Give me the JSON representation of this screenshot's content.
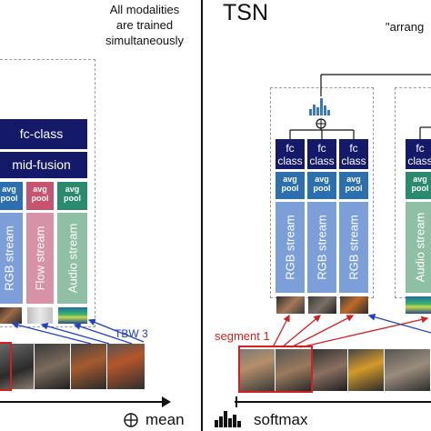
{
  "left_panel": {
    "note_lines": [
      "All modalities",
      "are trained",
      "simultaneously"
    ],
    "fc_class": "fc-class",
    "mid_fusion": "mid-fusion",
    "pools": [
      {
        "line1": "avg",
        "line2": "pool",
        "color": "#2c6fb0"
      },
      {
        "line1": "avg",
        "line2": "pool",
        "color": "#c9526e"
      },
      {
        "line1": "avg",
        "line2": "pool",
        "color": "#2a8a6e"
      }
    ],
    "streams": [
      {
        "label": "RGB stream",
        "color": "#7d9fd9"
      },
      {
        "label": "Flow stream",
        "color": "#d792a7"
      },
      {
        "label": "Audio stream",
        "color": "#8fbfa5"
      }
    ],
    "tbw_label": "TBW 3"
  },
  "right_panel": {
    "title": "TSN",
    "note_partial": "\"arrang",
    "fc_top": "fc",
    "fc_bottom": "class",
    "pool_line1": "avg",
    "pool_line2": "pool",
    "rgb_stream": "RGB stream",
    "audio_stream": "Audio stream",
    "segment_label": "segment 1"
  },
  "legend": {
    "mean_label": "mean",
    "softmax_label": "softmax"
  },
  "colors": {
    "navy": "#14196a",
    "rgb_stream": "#7d9fd9",
    "audio_stream": "#8fbfa5",
    "pool_blue": "#2c6fb0",
    "pool_green": "#2a8a6e",
    "arrow_blue": "#2240c9",
    "arrow_red": "#d22020",
    "softmax_blue": "#3a78c7"
  }
}
